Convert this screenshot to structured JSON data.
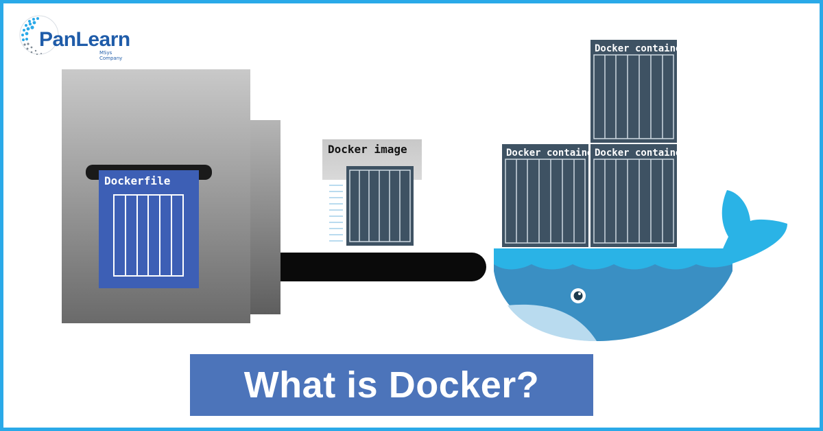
{
  "logo": {
    "name": "PanLearn",
    "subtitle": "MSys Company"
  },
  "diagram": {
    "dockerfile_label": "Dockerfile",
    "image_label": "Docker image",
    "containers": [
      {
        "label": "Docker container"
      },
      {
        "label": "Docker container"
      },
      {
        "label": "Docker container"
      }
    ]
  },
  "title": "What is Docker?",
  "colors": {
    "frame": "#2aa9e8",
    "banner": "#4c74ba",
    "dockerfile": "#3d5fb5",
    "container": "#3e5263",
    "whale_light": "#2ab3e6",
    "whale_dark": "#3a8fc3"
  }
}
